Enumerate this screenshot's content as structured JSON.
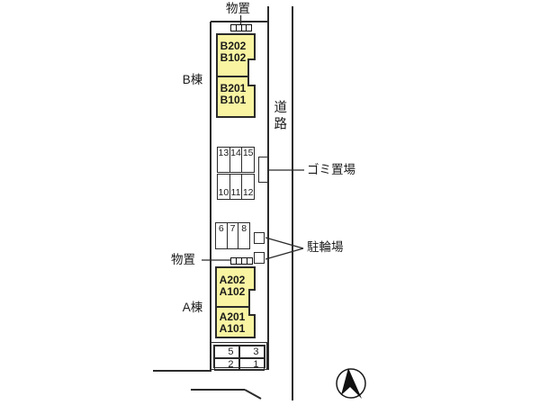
{
  "labels": {
    "storage_top": "物置",
    "storage_left": "物置",
    "road": "道路",
    "garbage": "ゴミ置場",
    "bicycle": "駐輪場",
    "building_b": "B棟",
    "building_a": "A棟"
  },
  "buildings": {
    "b": {
      "units": [
        {
          "upper": "B202",
          "lower": "B102"
        },
        {
          "upper": "B201",
          "lower": "B101"
        }
      ]
    },
    "a": {
      "units": [
        {
          "upper": "A202",
          "lower": "A102"
        },
        {
          "upper": "A201",
          "lower": "A101"
        }
      ]
    }
  },
  "parking": {
    "block_top_row1": [
      "13",
      "14",
      "15"
    ],
    "block_top_row2": [
      "10",
      "11",
      "12"
    ],
    "block_mid": [
      "6",
      "7",
      "8"
    ],
    "table_rows": [
      [
        "5",
        "3"
      ],
      [
        "2",
        "1"
      ]
    ]
  },
  "colors": {
    "unit_fill": "#f8f4a2",
    "line": "#2b2b2b",
    "background": "#ffffff"
  }
}
